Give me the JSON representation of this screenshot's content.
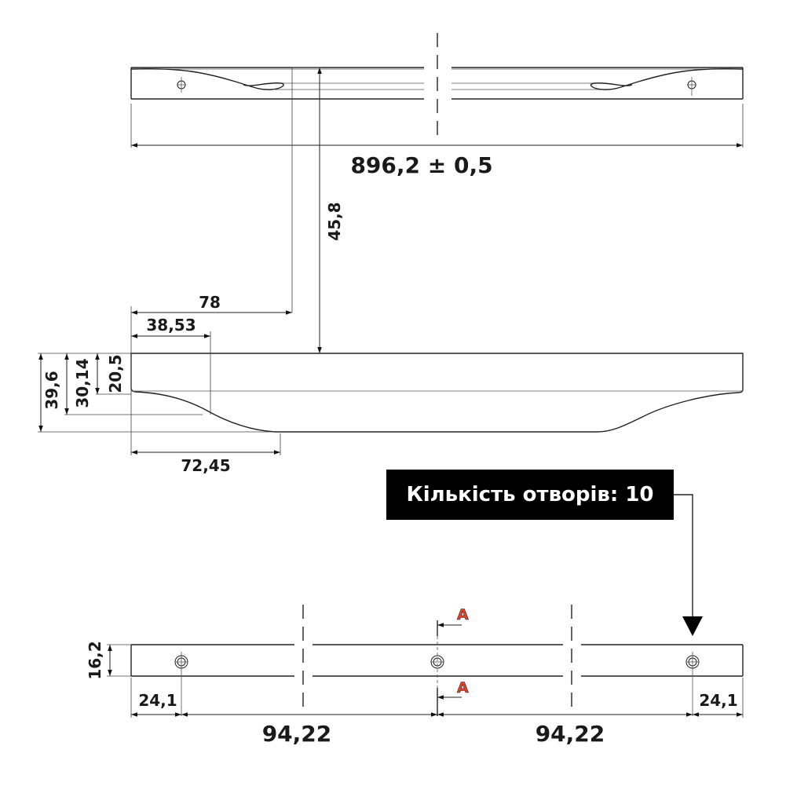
{
  "drawing": {
    "top_view": {
      "overall_length": "896,2 ± 0,5",
      "depth_offset": "45,8"
    },
    "side_profile": {
      "dim_78": "78",
      "dim_38_53": "38,53",
      "dim_72_45": "72,45",
      "height_39_6": "39,6",
      "height_30_14": "30,14",
      "height_20_5": "20,5"
    },
    "callout": {
      "text": "Кількість отворів: 10"
    },
    "bottom_view": {
      "height": "16,2",
      "edge_left": "24,1",
      "edge_right": "24,1",
      "pitch_left": "94,22",
      "pitch_right": "94,22",
      "section_marker_top": "A",
      "section_marker_bottom": "A"
    },
    "colors": {
      "line": "#222222",
      "section_marker": "#e8412b",
      "callout_bg": "#000000",
      "callout_text": "#ffffff"
    }
  }
}
